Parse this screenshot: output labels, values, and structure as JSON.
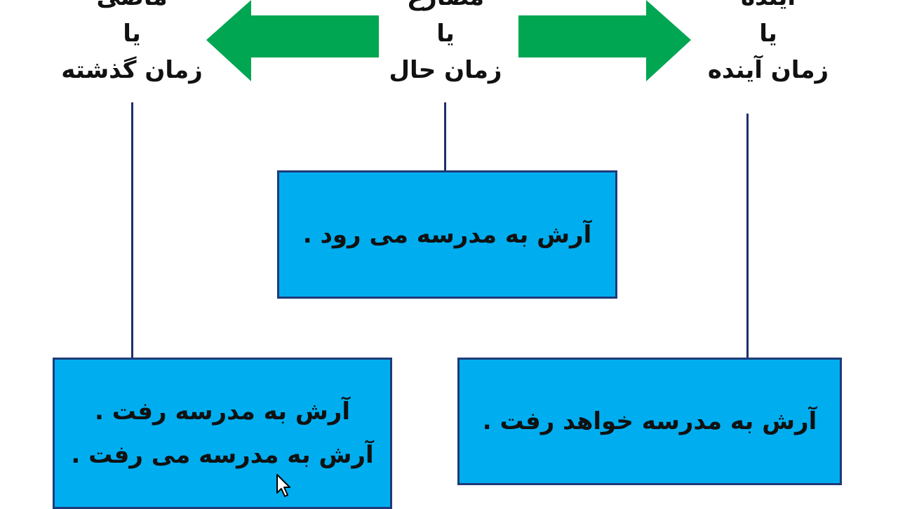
{
  "headings": {
    "past": {
      "top": "ماضی",
      "mid": "یا",
      "bottom": "زمان گذشته"
    },
    "present": {
      "top": "مضارع",
      "mid": "یا",
      "bottom": "زمان حال"
    },
    "future": {
      "top": "آینده",
      "mid": "یا",
      "bottom": "زمان آینده"
    }
  },
  "boxes": {
    "present": {
      "line1": "آرش به مدرسه می رود ."
    },
    "past": {
      "line1": "آرش به مدرسه رفت .",
      "line2": "آرش به مدرسه می رفت ."
    },
    "future": {
      "line1": "آرش به مدرسه خواهد رفت ."
    }
  },
  "colors": {
    "arrow": "#00a651",
    "box_fill": "#00aeef",
    "box_border": "#1f3a78",
    "connector": "#1f2f6b"
  },
  "icons": {
    "left_arrow": "arrow-left-icon",
    "right_arrow": "arrow-right-icon",
    "cursor": "mouse-pointer-icon"
  }
}
